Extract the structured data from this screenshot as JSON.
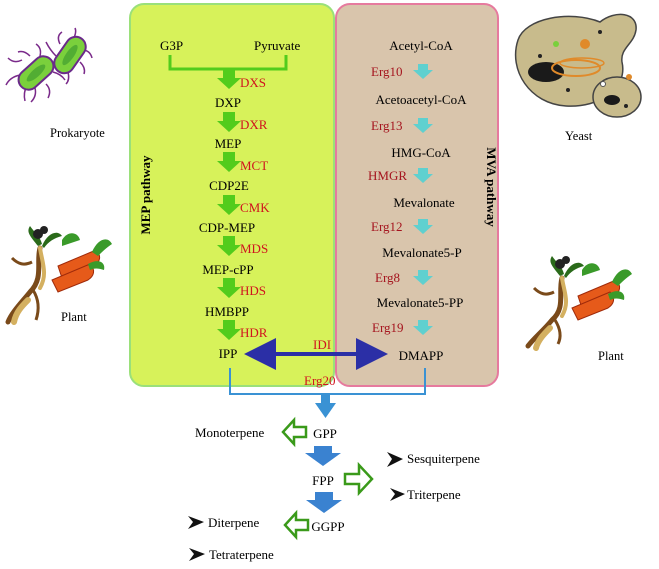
{
  "colors": {
    "mep_panel": "#d7f25a",
    "mep_border": "#9ae07a",
    "mva_panel": "#d9c5ac",
    "mva_border": "#e67a9e",
    "mep_arrow": "#52cc1c",
    "mva_arrow": "#5fd0cf",
    "enzyme_red": "#d0141e",
    "idi_arrow": "#2b2fa6",
    "blue_arrow": "#3a92d4",
    "green_outline": "#3a9a1a"
  },
  "mep": {
    "title": "MEP pathway",
    "inputs": [
      "G3P",
      "Pyruvate"
    ],
    "steps": [
      {
        "enzyme": "DXS",
        "product": "DXP"
      },
      {
        "enzyme": "DXR",
        "product": "MEP"
      },
      {
        "enzyme": "MCT",
        "product": "CDP2E"
      },
      {
        "enzyme": "CMK",
        "product": "CDP-MEP"
      },
      {
        "enzyme": "MDS",
        "product": "MEP-cPP"
      },
      {
        "enzyme": "HDS",
        "product": "HMBPP"
      },
      {
        "enzyme": "HDR",
        "product": "IPP"
      }
    ]
  },
  "mva": {
    "title": "MVA pathway",
    "start": "Acetyl-CoA",
    "steps": [
      {
        "enzyme": "Erg10",
        "product": "Acetoacetyl-CoA"
      },
      {
        "enzyme": "Erg13",
        "product": "HMG-CoA"
      },
      {
        "enzyme": "HMGR",
        "product": "Mevalonate"
      },
      {
        "enzyme": "Erg12",
        "product": "Mevalonate5-P"
      },
      {
        "enzyme": "Erg8",
        "product": "Mevalonate5-PP"
      },
      {
        "enzyme": "Erg19",
        "product": "DMAPP"
      }
    ]
  },
  "isomerase": "IDI",
  "downstream": {
    "enzyme": "Erg20",
    "gpp": "GPP",
    "fpp": "FPP",
    "ggpp": "GGPP",
    "monoterpene": "Monoterpene",
    "sesquiterpene": "Sesquiterpene",
    "triterpene": "Triterpene",
    "diterpene": "Diterpene",
    "tetraterpene": "Tetraterpene"
  },
  "organisms": {
    "prokaryote": "Prokaryote",
    "yeast": "Yeast",
    "plant_left": "Plant",
    "plant_right": "Plant"
  }
}
